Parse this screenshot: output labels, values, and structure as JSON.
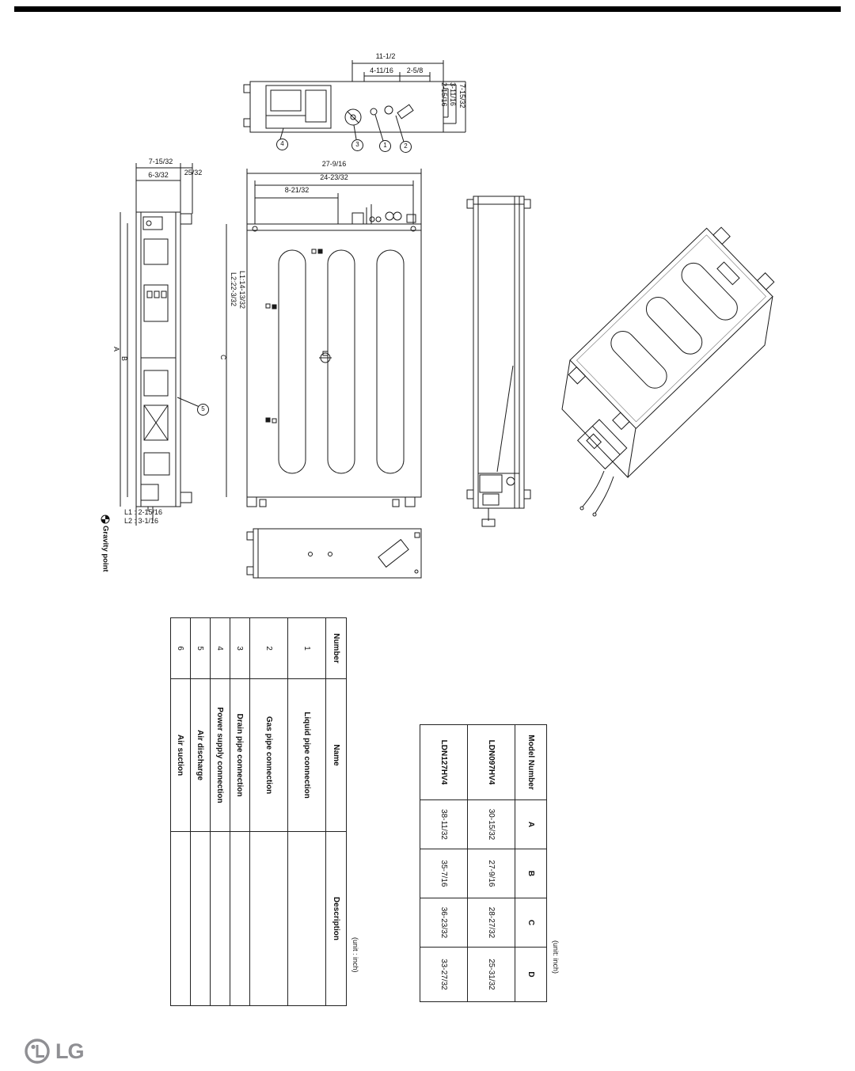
{
  "drawing": {
    "top_view": {
      "dims_width": [
        "11-1/2",
        "4-11/16",
        "2-5/8"
      ],
      "dims_height": [
        "2-15/16",
        "3-11/16",
        "7-15/32"
      ],
      "callouts": [
        "4",
        "3",
        "1",
        "2"
      ]
    },
    "side_view": {
      "dims_width": [
        "7-15/32",
        "6-3/32",
        "25/32"
      ],
      "dims_height": [
        "A",
        "B"
      ],
      "dims_bottom": [
        "L1 : 2-15/16",
        "L2 : 3-1/16"
      ],
      "callout": "5"
    },
    "plan_view": {
      "dims_width": [
        "27-9/16",
        "24-23/32",
        "8-21/32"
      ],
      "dims_height": [
        "L1:14-13/32",
        "L2:22-3/32",
        "C"
      ]
    },
    "gravity_legend": "Gravity point"
  },
  "parts_table": {
    "unit_note": "(unit : inch)",
    "headers": [
      "Number",
      "Name",
      "Description"
    ],
    "rows": [
      {
        "number": "1",
        "name": "Liquid pipe connection",
        "description": ""
      },
      {
        "number": "2",
        "name": "Gas pipe connection",
        "description": ""
      },
      {
        "number": "3",
        "name": "Drain pipe connection",
        "description": ""
      },
      {
        "number": "4",
        "name": "Power supply connection",
        "description": ""
      },
      {
        "number": "5",
        "name": "Air discharge",
        "description": ""
      },
      {
        "number": "6",
        "name": "Air suction",
        "description": ""
      }
    ]
  },
  "model_table": {
    "unit_note": "(unit: inch)",
    "headers": [
      "Model Number",
      "A",
      "B",
      "C",
      "D"
    ],
    "rows": [
      {
        "model": "LDN097HV4",
        "A": "30-15/32",
        "B": "27-9/16",
        "C": "28-27/32",
        "D": "25-31/32"
      },
      {
        "model": "LDN127HV4",
        "A": "38-11/32",
        "B": "35-7/16",
        "C": "36-23/32",
        "D": "33-27/32"
      }
    ]
  },
  "logo": {
    "text": "LG",
    "color": "#8a8a8e"
  }
}
